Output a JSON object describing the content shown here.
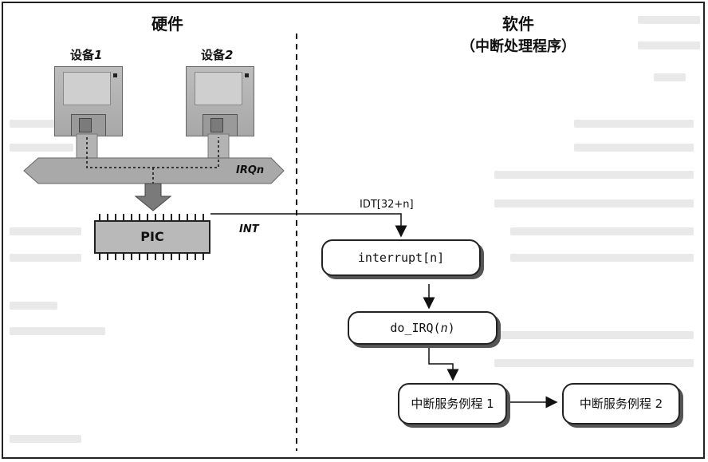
{
  "hardware_title": "硬件",
  "software_title": "软件",
  "software_subtitle": "（中断处理程序）",
  "devices": [
    {
      "name": "设备",
      "num": "1"
    },
    {
      "name": "设备",
      "num": "2"
    }
  ],
  "irq_label": "IRQn",
  "pic_label": "PIC",
  "int_label": "INT",
  "idt_label": "IDT[32+n]",
  "boxes": {
    "interrupt": "interrupt[n]",
    "do_irq_prefix": "do_IRQ(",
    "do_irq_arg": "n",
    "do_irq_suffix": ")",
    "isr1": "中断服务例程 1",
    "isr2": "中断服务例程 2"
  }
}
